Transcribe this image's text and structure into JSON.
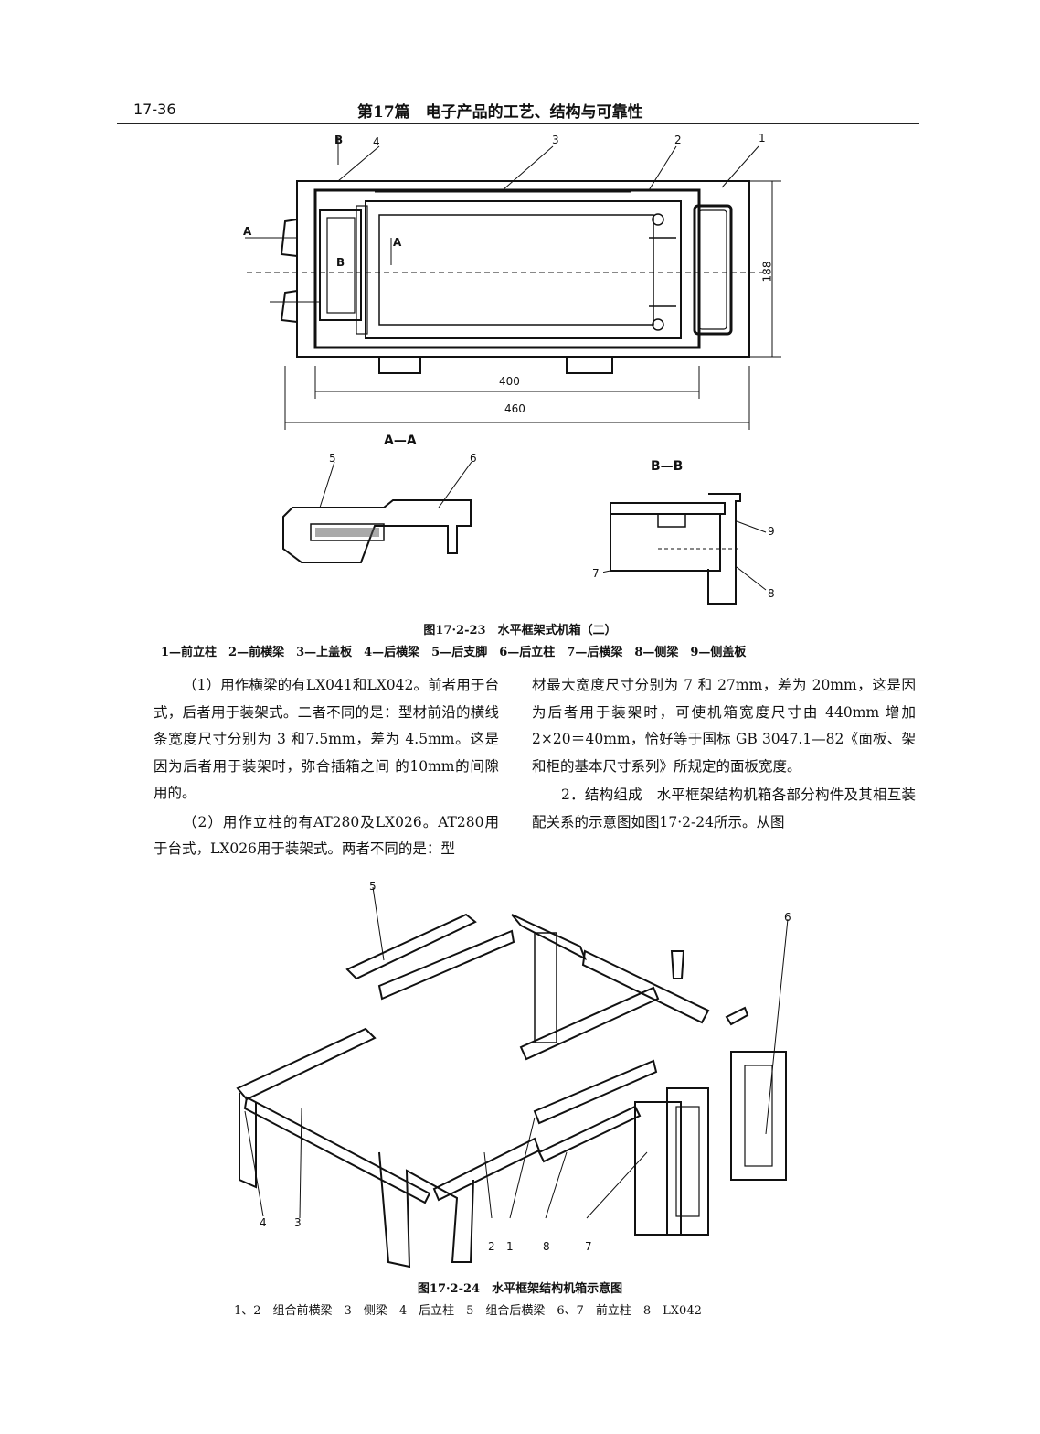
{
  "header": {
    "page_number": "17-36",
    "chapter": "第17篇　电子产品的工艺、结构与可靠性"
  },
  "figure1": {
    "callouts": [
      "1",
      "2",
      "3",
      "4"
    ],
    "section_marks": [
      "A",
      "A",
      "B",
      "B"
    ],
    "dimensions": {
      "height": "188",
      "inner_length": "400",
      "total_length": "460"
    },
    "section_aa_title": "A—A",
    "section_bb_title": "B—B",
    "aa_callouts": [
      "5",
      "6"
    ],
    "bb_callouts": [
      "7",
      "8",
      "9"
    ],
    "caption": "图17·2-23　水平框架式机箱（二）",
    "legend": "1—前立柱　2—前横梁　3—上盖板　4—后横梁　5—后支脚　6—后立柱　7—后横梁　8—侧梁　9—侧盖板"
  },
  "body": {
    "left_column": [
      "（1）用作横梁的有LX041和LX042。前者用于台式，后者用于装架式。二者不同的是：型材前沿的横线条宽度尺寸分别为 3 和7.5mm，差为 4.5mm。这是因为后者用于装架时，弥合插箱之间 的10mm的间隙用的。",
      "（2）用作立柱的有AT280及LX026。AT280用于台式，LX026用于装架式。两者不同的是：型"
    ],
    "right_column": [
      "材最大宽度尺寸分别为 7 和 27mm，差为 20mm，这是因为后者用于装架时，可使机箱宽度尺寸由 440mm 增加 2×20＝40mm，恰好等于国标 GB 3047.1—82《面板、架和柜的基本尺寸系列》所规定的面板宽度。",
      "2．结构组成　水平框架结构机箱各部分构件及其相互装配关系的示意图如图17·2-24所示。从图"
    ]
  },
  "figure2": {
    "callouts_top": [
      "5",
      "6"
    ],
    "callouts_bottom": [
      "4",
      "3",
      "2",
      "1",
      "8",
      "7"
    ],
    "caption": "图17·2-24　水平框架结构机箱示意图",
    "legend": "1、2—组合前横梁　3—侧梁　4—后立柱　5—组合后横梁　6、7—前立柱　8—LX042"
  }
}
